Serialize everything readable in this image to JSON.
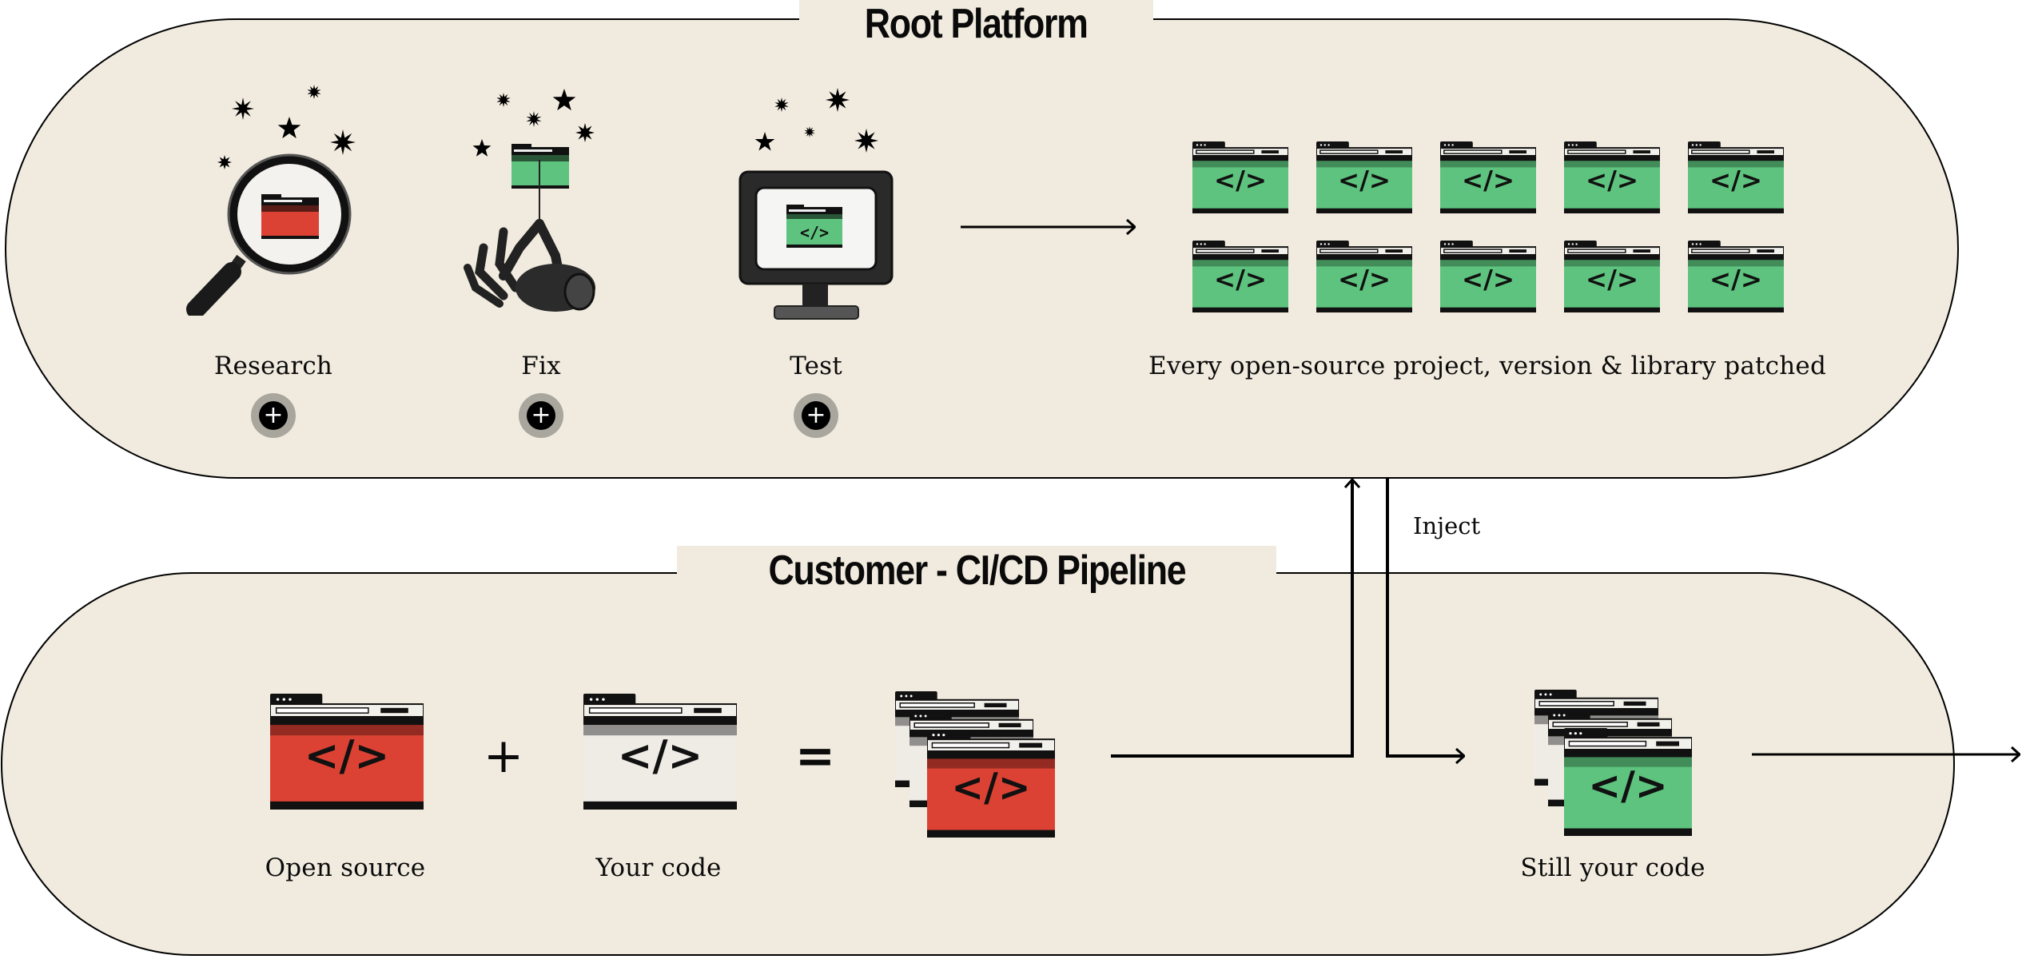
{
  "platform": {
    "title": "Root Platform",
    "steps": [
      {
        "label": "Research",
        "illustration": "magnifying-glass-icon",
        "folder_color": "red"
      },
      {
        "label": "Fix",
        "illustration": "robot-hand-icon",
        "folder_color": "green"
      },
      {
        "label": "Test",
        "illustration": "monitor-icon",
        "folder_color": "green"
      }
    ],
    "expand_button_glyph": "+",
    "patched_caption": "Every open-source project, version & library patched",
    "patched_folder_count": 10,
    "code_glyph": "</>"
  },
  "pipeline": {
    "title": "Customer - CI/CD Pipeline",
    "items": [
      {
        "label": "Open source",
        "folder_color": "red"
      },
      {
        "label": "Your code",
        "folder_color": "white"
      }
    ],
    "plus_operator": "+",
    "equals_operator": "=",
    "result_label": "Still your code",
    "inject_label": "Inject"
  },
  "colors": {
    "background": "#f1ebdf",
    "red": "#dc4233",
    "green": "#5ec37e",
    "white_folder": "#efece6",
    "line": "#000000",
    "button_ring": "#a9a69e"
  }
}
